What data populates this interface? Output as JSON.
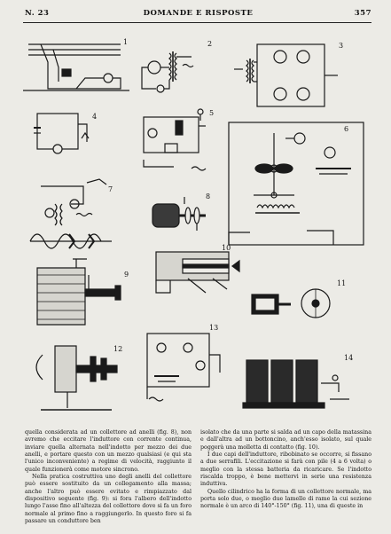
{
  "header": {
    "issue": "N. 23",
    "title": "DOMANDE E RISPOSTE",
    "page": "357"
  },
  "figures": {
    "labels": [
      "1",
      "2",
      "3",
      "4",
      "5",
      "6",
      "7",
      "8",
      "9",
      "10",
      "11",
      "12",
      "13",
      "14"
    ]
  },
  "column_left": [
    "quella considerata ad un collettore ad anelli (fig. 8), non avremo che eccitare l'induttore con corrente continua, inviare quella alternata nell'indotto per mezzo dei due anelli, e portare questo con un mezzo qualsiasi (e qui sta l'unico inconveniente) a regime di velocità, raggiunto il quale funzionerà come motore sincrono.",
    "Nella pratica costruttiva uno degli anelli del collettore può essere sostituito da un collegamento alla massa; anche l'altro può essere evitato e rimpiazzato dal dispositivo seguente (fig. 9): si fora l'albero dell'indotto lungo l'asse fino all'altezza del collettore dove si fa un foro normale al primo fino a raggiungerlo. In questo foro si fa passare un conduttore ben"
  ],
  "column_right": [
    "isolato che da una parte si salda ad un capo della matassina e dall'altra ad un bottoncino, anch'esso isolato, sul quale poggerà una molletta di contatto (fig. 10).",
    "I due capi dell'induttore, ribobinato se occorre, si fissano a due serrafili. L'eccitazione si farà con pile (4 a 6 volta) o meglio con la stessa batteria da ricaricare. Se l'indotto riscalda troppo, è bene mettervi in serie una resistenza induttiva.",
    "Quello cilindrico ha la forma di un collettore normale, ma porta solo due, o meglio due lamelle di rame la cui sezione normale è un arco di 140°-150° (fig. 11), una di queste in"
  ]
}
